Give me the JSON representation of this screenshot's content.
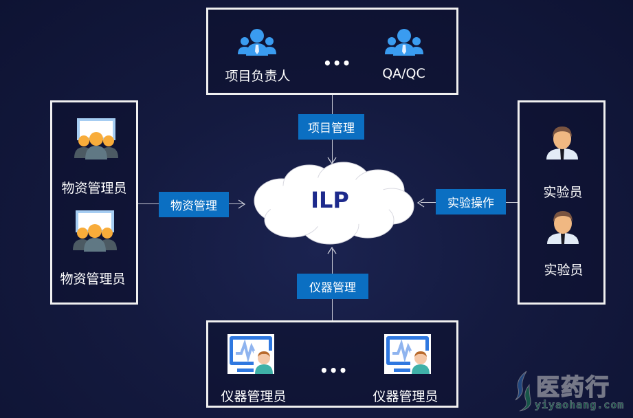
{
  "center": {
    "label": "ILP",
    "label_color": "#1d2a8c"
  },
  "top_box": {
    "items": [
      {
        "label": "项目负责人",
        "icon": "group-users-icon"
      },
      {
        "label": "QA/QC",
        "icon": "group-users-icon"
      }
    ],
    "ellipsis": "•••"
  },
  "left_box": {
    "items": [
      {
        "label": "物资管理员",
        "icon": "presentation-audience-icon"
      },
      {
        "label": "物资管理员",
        "icon": "presentation-audience-icon"
      }
    ]
  },
  "right_box": {
    "items": [
      {
        "label": "实验员",
        "icon": "person-icon"
      },
      {
        "label": "实验员",
        "icon": "person-icon"
      }
    ]
  },
  "bottom_box": {
    "items": [
      {
        "label": "仪器管理员",
        "icon": "monitor-user-icon"
      },
      {
        "label": "仪器管理员",
        "icon": "monitor-user-icon"
      }
    ],
    "ellipsis": "•••"
  },
  "connectors": {
    "top": "项目管理",
    "left": "物资管理",
    "right": "实验操作",
    "bottom": "仪器管理"
  },
  "colors": {
    "tag_bg": "#0b6fc2",
    "user_blue": "#3a9cf0",
    "audience_orange": "#f8ac3a"
  },
  "watermark": {
    "cn": "医药行",
    "en": "yiyaohang.com"
  }
}
